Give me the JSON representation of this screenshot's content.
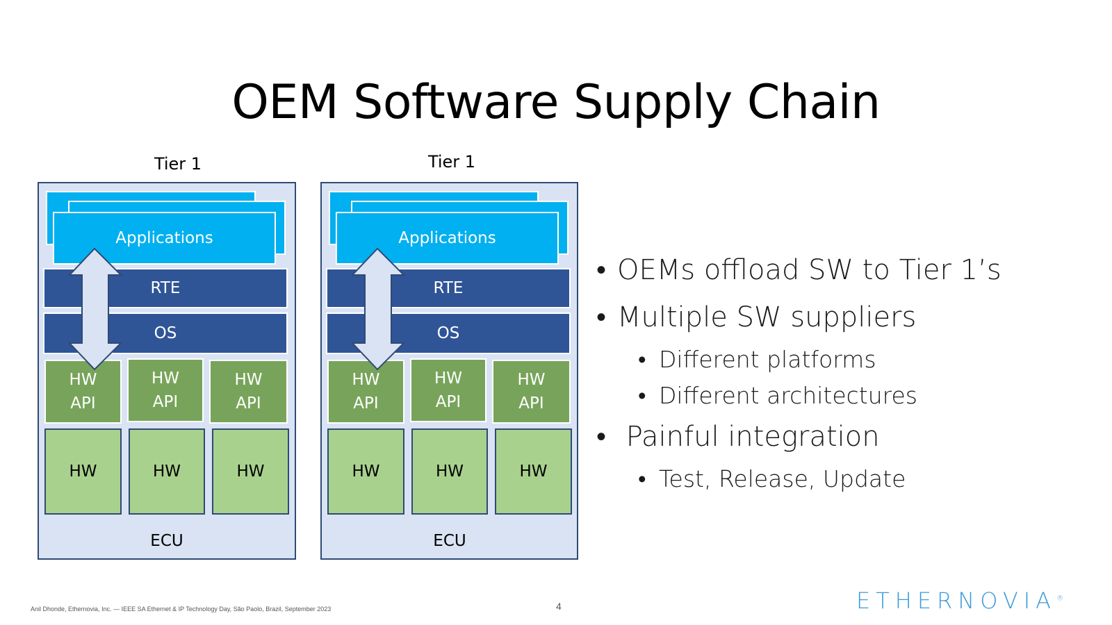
{
  "title": "OEM Software Supply Chain",
  "diagram": {
    "tier_label": "Tier 1",
    "applications_label": "Applications",
    "rte_label": "RTE",
    "os_label": "OS",
    "hw_api_line1": "HW",
    "hw_api_line2": "API",
    "hw_label": "HW",
    "ecu_label": "ECU"
  },
  "bullets": [
    {
      "text": "OEMs offload SW to Tier 1’s"
    },
    {
      "text": "Multiple SW suppliers",
      "sub": [
        "Different platforms",
        "Different architectures"
      ]
    },
    {
      "text": " Painful integration",
      "sub": [
        "Test, Release, Update"
      ]
    }
  ],
  "footer": {
    "credit": "Anil Dhonde, Ethernovia, Inc. — IEEE SA Ethernet & IP Technology Day, São Paolo, Brazil, September 2023",
    "page_number": "4",
    "logo": "ETHERNOVIA",
    "logo_mark": "®"
  },
  "colors": {
    "ecu_fill": "#dae3f3",
    "applications": "#00b0f0",
    "rte_os": "#2f5597",
    "hw_api": "#77a45a",
    "hw": "#a9d18e",
    "logo": "#3a9ad9"
  }
}
